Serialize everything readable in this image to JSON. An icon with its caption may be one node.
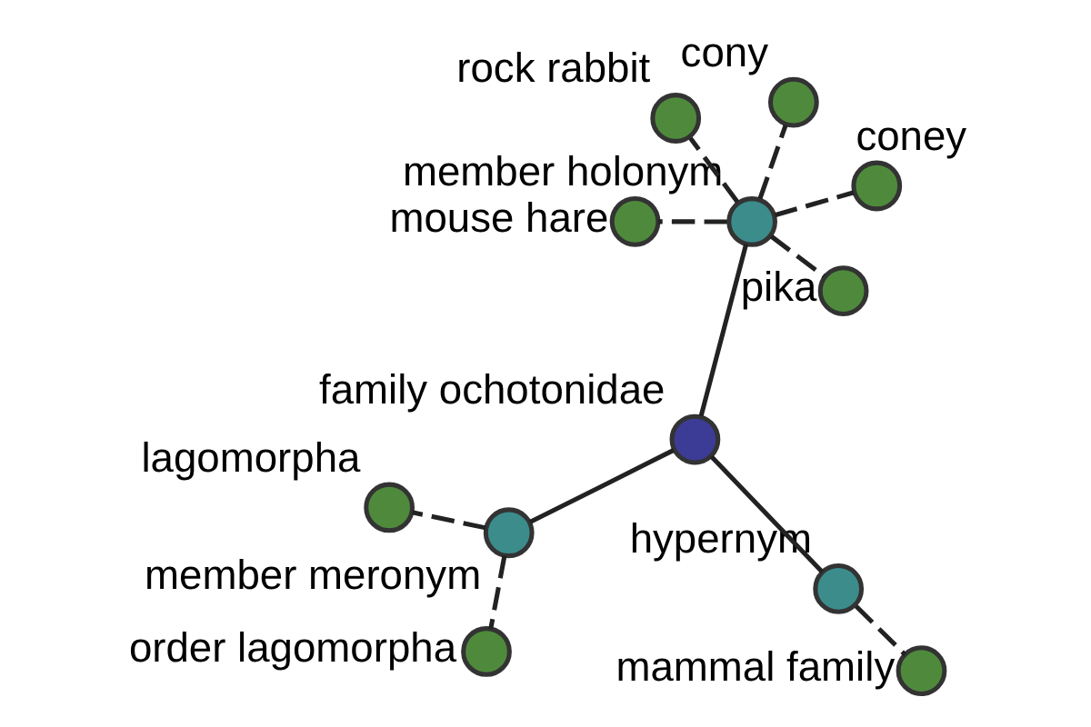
{
  "diagram": {
    "nodes": [
      {
        "text": [],
        "shape": "circle",
        "beside": [
          "family ochotonidae"
        ]
      },
      {
        "text": [],
        "shape": "circle",
        "beside": [
          "mammal family"
        ]
      },
      {
        "text": [],
        "shape": "circle",
        "beside": [
          "hypernym"
        ]
      },
      {
        "text": [],
        "shape": "circle",
        "beside": [
          "rock rabbit"
        ]
      },
      {
        "text": [],
        "shape": "circle",
        "beside": [
          "cony"
        ]
      },
      {
        "text": [],
        "shape": "circle",
        "beside": [
          "member holonym"
        ]
      },
      {
        "text": [],
        "shape": "circle",
        "beside": [
          "mouse hare"
        ]
      },
      {
        "text": [],
        "shape": "circle",
        "beside": [
          "member meronym"
        ]
      },
      {
        "text": [],
        "shape": "circle",
        "beside": [
          "order lagomorpha"
        ]
      },
      {
        "text": [],
        "shape": "circle",
        "beside": [
          "coney"
        ]
      },
      {
        "text": [],
        "shape": "circle",
        "beside": [
          "pika"
        ]
      },
      {
        "text": [],
        "shape": "circle",
        "beside": [
          "lagomorpha"
        ]
      }
    ],
    "edges": [
      {
        "from": 0,
        "to": 2,
        "arrow": "none"
      },
      {
        "from": 2,
        "to": 1,
        "arrow": "none",
        "style": "dashed"
      },
      {
        "from": 0,
        "to": 7,
        "arrow": "none"
      },
      {
        "from": 7,
        "to": 8,
        "arrow": "none",
        "style": "dashed"
      },
      {
        "from": 7,
        "to": 11,
        "arrow": "none",
        "style": "dashed"
      },
      {
        "from": 0,
        "to": 5,
        "arrow": "none"
      },
      {
        "from": 5,
        "to": 3,
        "arrow": "none",
        "style": "dashed"
      },
      {
        "from": 5,
        "to": 4,
        "arrow": "none",
        "style": "dashed"
      },
      {
        "from": 5,
        "to": 6,
        "arrow": "none",
        "style": "dashed"
      },
      {
        "from": 5,
        "to": 10,
        "arrow": "none",
        "style": "dashed"
      },
      {
        "from": 5,
        "to": 9,
        "arrow": "none",
        "style": "dashed"
      }
    ]
  }
}
